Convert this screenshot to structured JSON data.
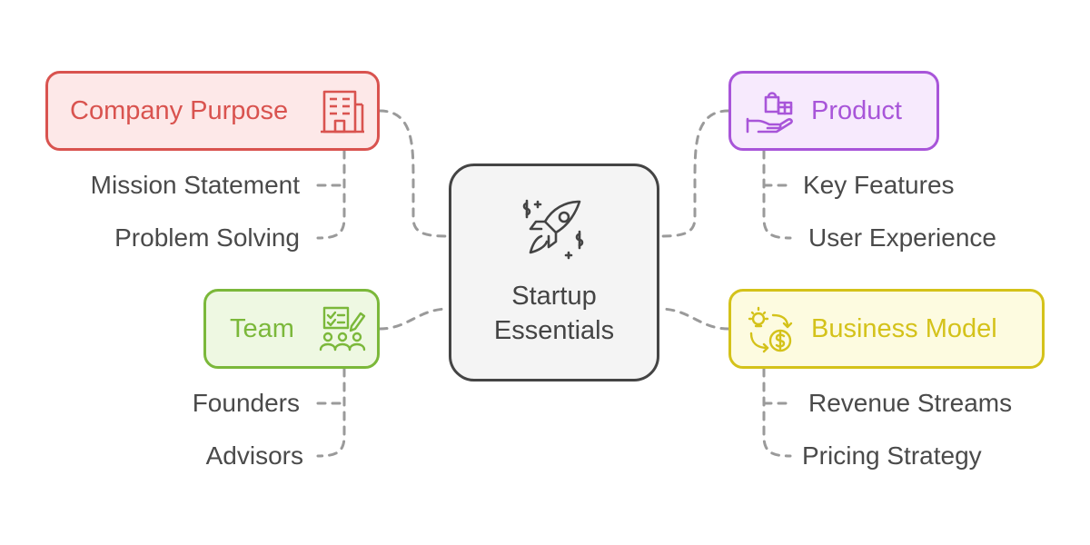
{
  "center": {
    "line1": "Startup",
    "line2": "Essentials",
    "icon": "rocket-icon"
  },
  "branches": {
    "company_purpose": {
      "title": "Company Purpose",
      "icon": "building-icon",
      "color": "#d9534f",
      "fill": "#fde8e8",
      "items": [
        "Mission Statement",
        "Problem Solving"
      ]
    },
    "product": {
      "title": "Product",
      "icon": "product-hand-icon",
      "color": "#a855d9",
      "fill": "#f7eafd",
      "items": [
        "Key Features",
        "User Experience"
      ]
    },
    "team": {
      "title": "Team",
      "icon": "team-icon",
      "color": "#7bb83a",
      "fill": "#eef8e2",
      "items": [
        "Founders",
        "Advisors"
      ]
    },
    "business_model": {
      "title": "Business Model",
      "icon": "business-model-icon",
      "color": "#d4c21a",
      "fill": "#fdfbe0",
      "items": [
        "Revenue Streams",
        "Pricing Strategy"
      ]
    }
  },
  "connector_color": "#9a9a9a"
}
